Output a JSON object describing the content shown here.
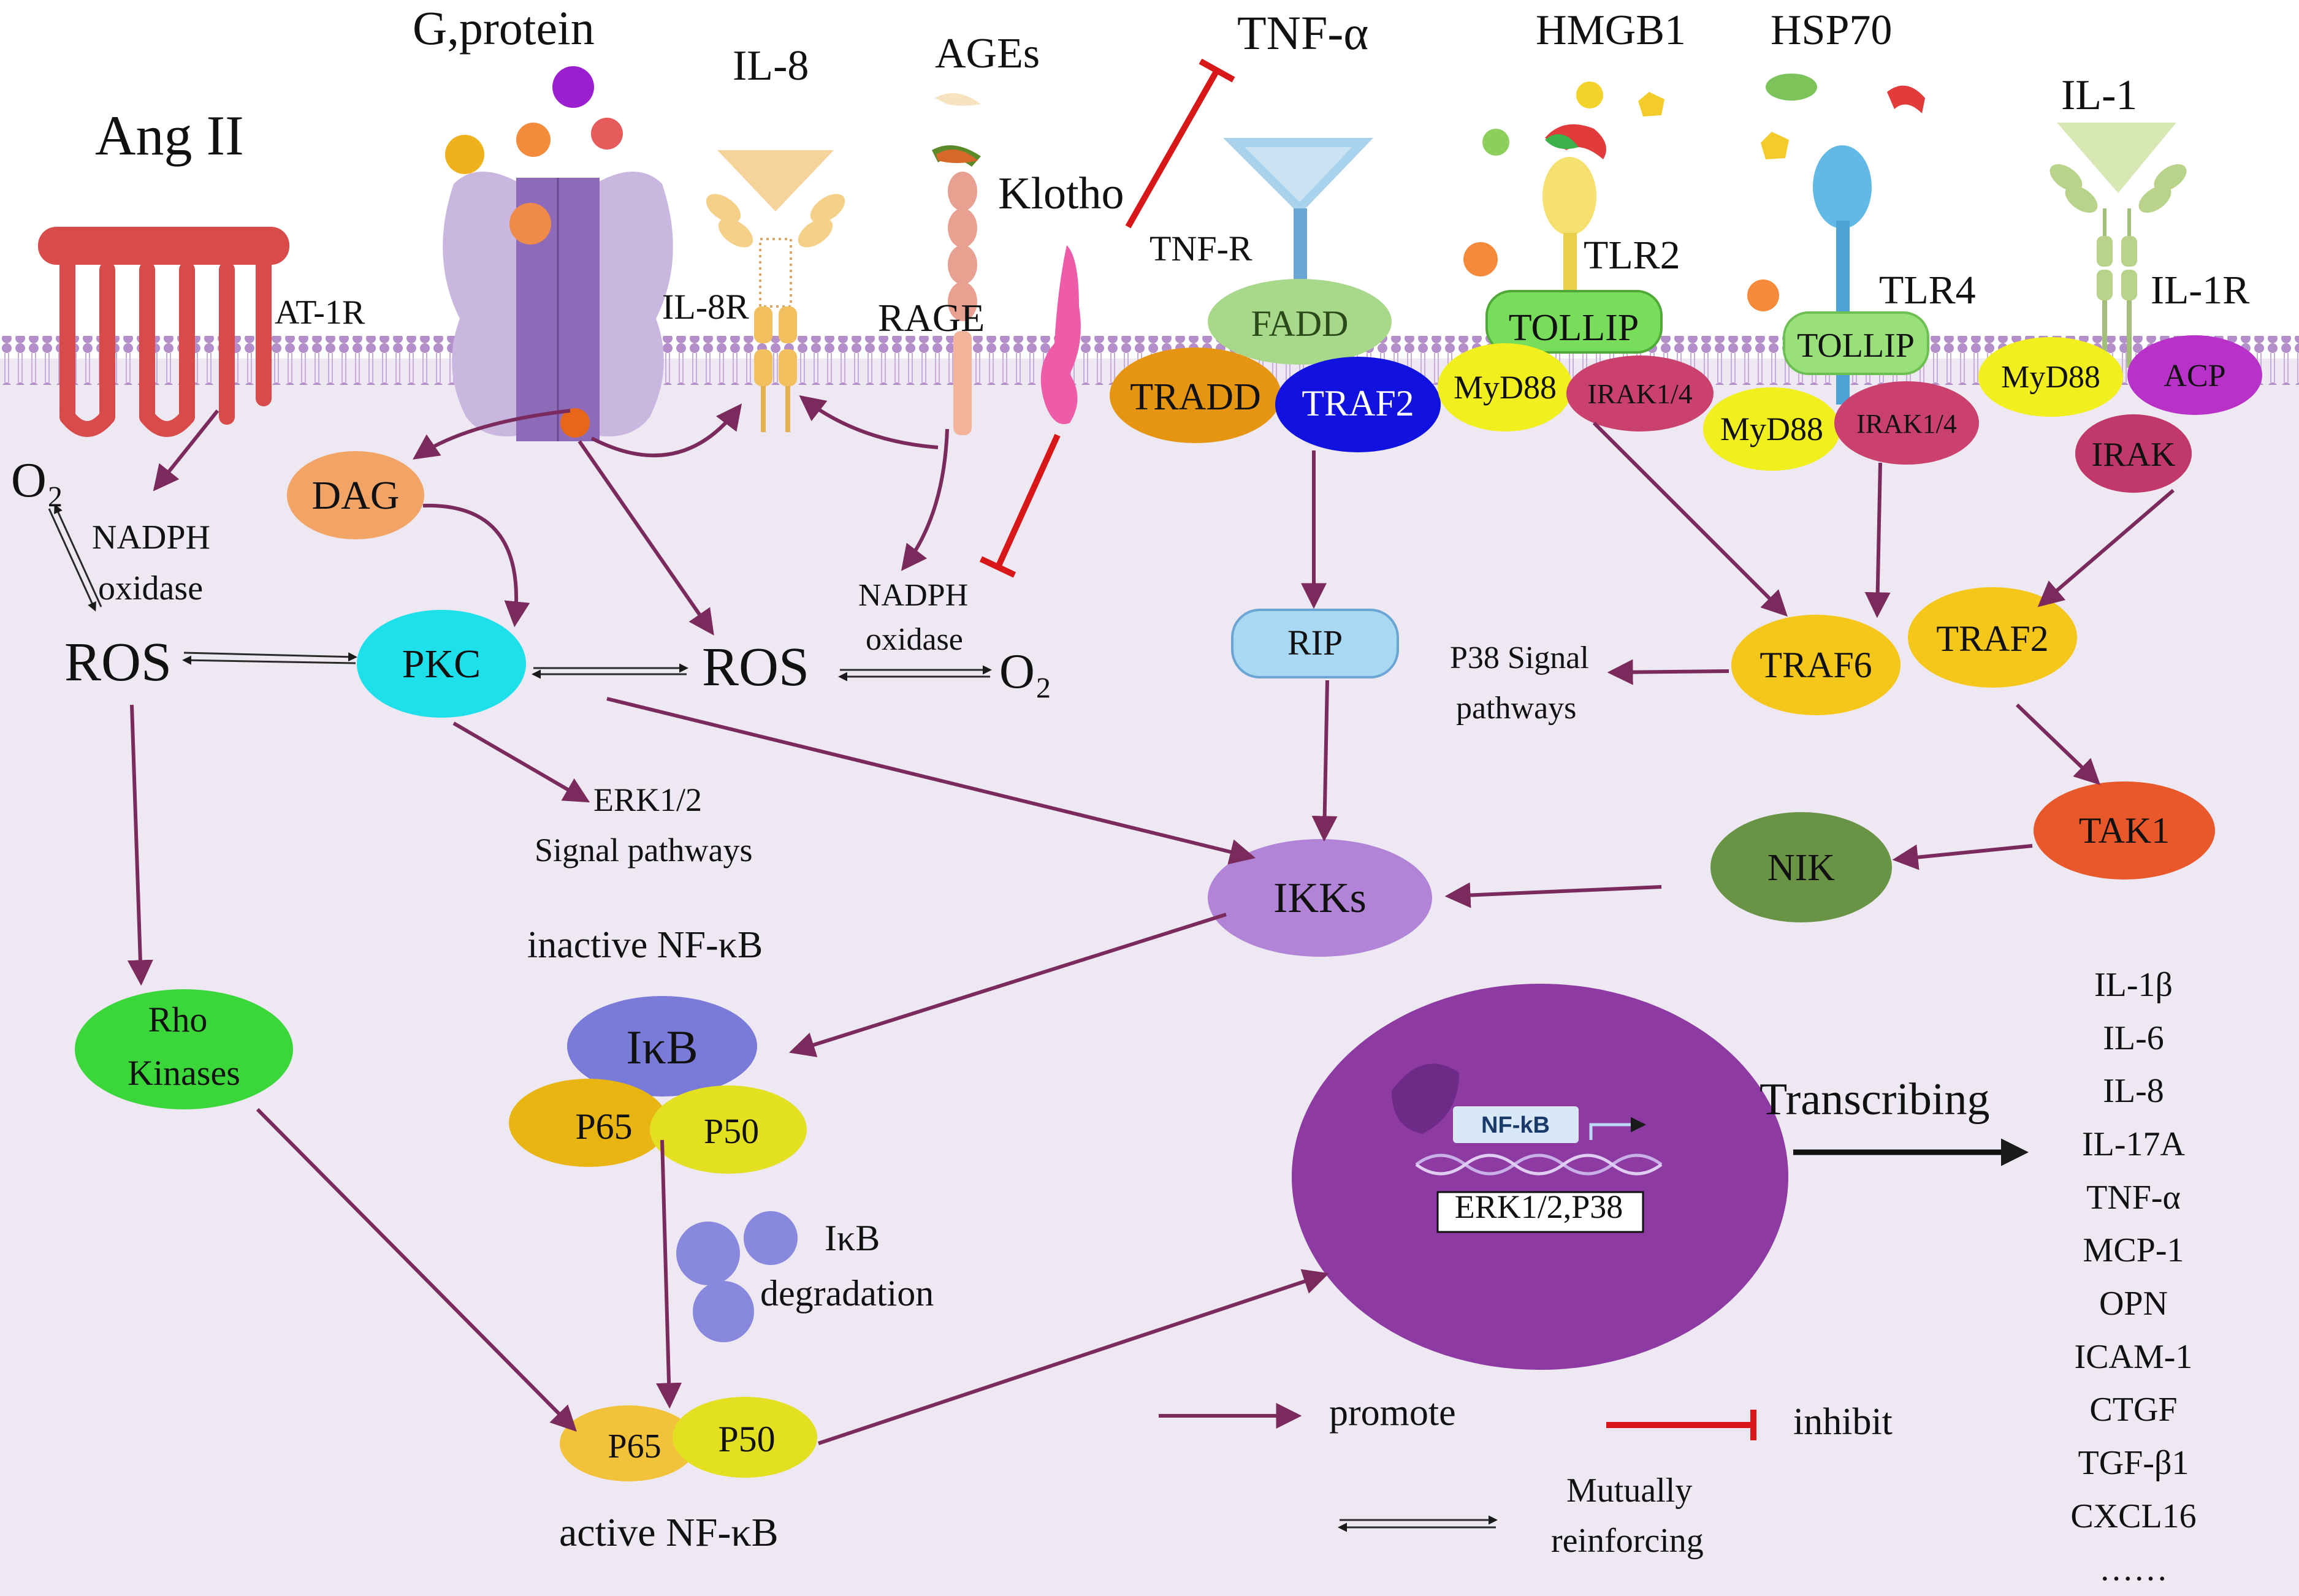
{
  "ligands": {
    "ang2": "Ang II",
    "gprotein": "G,protein",
    "il8": "IL-8",
    "ages": "AGEs",
    "tnfa": "TNF-α",
    "hmgb1": "HMGB1",
    "hsp70": "HSP70",
    "il1": "IL-1",
    "klotho": "Klotho"
  },
  "receptors": {
    "at1r": "AT-1R",
    "il8r": "IL-8R",
    "rage": "RAGE",
    "tnfr": "TNF-R",
    "tlr2": "TLR2",
    "tlr4": "TLR4",
    "il1r": "IL-1R"
  },
  "adaptors": {
    "fadd": "FADD",
    "tradd": "TRADD",
    "traf2a": "TRAF2",
    "tollip1": "TOLLIP",
    "myd88a": "MyD88",
    "irak14a": "IRAK1/4",
    "tollip2": "TOLLIP",
    "myd88b": "MyD88",
    "irak14b": "IRAK1/4",
    "myd88c": "MyD88",
    "acp": "ACP",
    "irak": "IRAK"
  },
  "left": {
    "o2a": "O₂",
    "nadph1": "NADPH",
    "oxidase1": "oxidase",
    "ros1": "ROS",
    "dag": "DAG",
    "pkc": "PKC",
    "ros2": "ROS",
    "nadph2": "NADPH",
    "oxidase2": "oxidase",
    "o2b": "O₂",
    "erk1": "ERK1/2",
    "erk2": "Signal pathways",
    "rho1": "Rho",
    "rho2": "Kinases"
  },
  "middle": {
    "rip": "RIP",
    "ikks": "IKKs",
    "inactive": "inactive NF-κB",
    "ikb": "IκB",
    "p65a": "P65",
    "p50a": "P50",
    "deg1": "IκB",
    "deg2": "degradation",
    "p65b": "P65",
    "p50b": "P50",
    "active": "active NF-κB"
  },
  "right": {
    "p38a": "P38 Signal",
    "p38b": "pathways",
    "traf6": "TRAF6",
    "traf2b": "TRAF2",
    "tak1": "TAK1",
    "nik": "NIK"
  },
  "nucleus": {
    "nfkb_box": "NF-kB",
    "erk_box": "ERK1/2,P38",
    "transcribing": "Transcribing"
  },
  "products": [
    "IL-1β",
    "IL-6",
    "IL-8",
    "IL-17A",
    "TNF-α",
    "MCP-1",
    "OPN",
    "ICAM-1",
    "CTGF",
    "TGF-β1",
    "CXCL16",
    "……"
  ],
  "legend": {
    "promote": "promote",
    "inhibit": "inhibit",
    "mutual1": "Mutually",
    "mutual2": "reinforcing"
  }
}
